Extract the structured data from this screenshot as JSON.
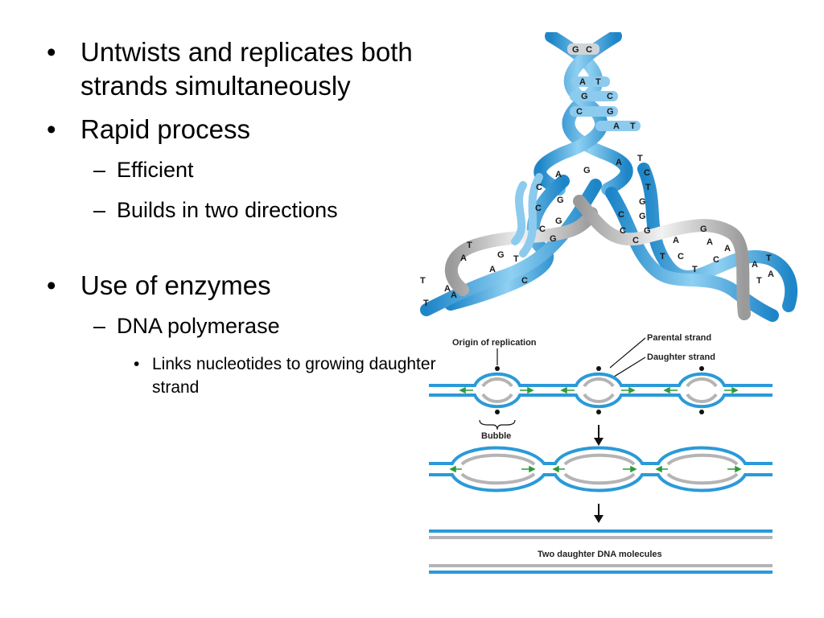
{
  "bullets": {
    "b1": "Untwists and replicates both strands simultaneously",
    "b2": "Rapid process",
    "b2_sub1": "Efficient",
    "b2_sub2": "Builds in two directions",
    "b3": "Use of enzymes",
    "b3_sub1": "DNA polymerase",
    "b3_sub1_sub1": "Links nucleotides to growing daughter strand"
  },
  "helix_labels": {
    "top": [
      "G",
      "C",
      "A",
      "T",
      "G",
      "C",
      "C",
      "G",
      "A",
      "T"
    ],
    "fork": [
      "A",
      "G",
      "A",
      "T",
      "C",
      "T"
    ],
    "left_arm": [
      "C",
      "G",
      "C",
      "G",
      "C",
      "G",
      "T",
      "G",
      "A",
      "T",
      "A",
      "C",
      "T",
      "A",
      "A",
      "T"
    ],
    "right_arm": [
      "C",
      "G",
      "C",
      "G",
      "C",
      "G",
      "T",
      "A",
      "C",
      "G",
      "A",
      "C",
      "T",
      "A",
      "A",
      "T",
      "T",
      "A"
    ]
  },
  "diagram": {
    "origin_label": "Origin of replication",
    "parental_label": "Parental strand",
    "daughter_label": "Daughter strand",
    "bubble_label": "Bubble",
    "molecules_label": "Two daughter DNA molecules"
  },
  "colors": {
    "parental_blue": "#2a9ad8",
    "daughter_gray": "#b4b4b4",
    "arrow_green": "#2e9a3a"
  }
}
